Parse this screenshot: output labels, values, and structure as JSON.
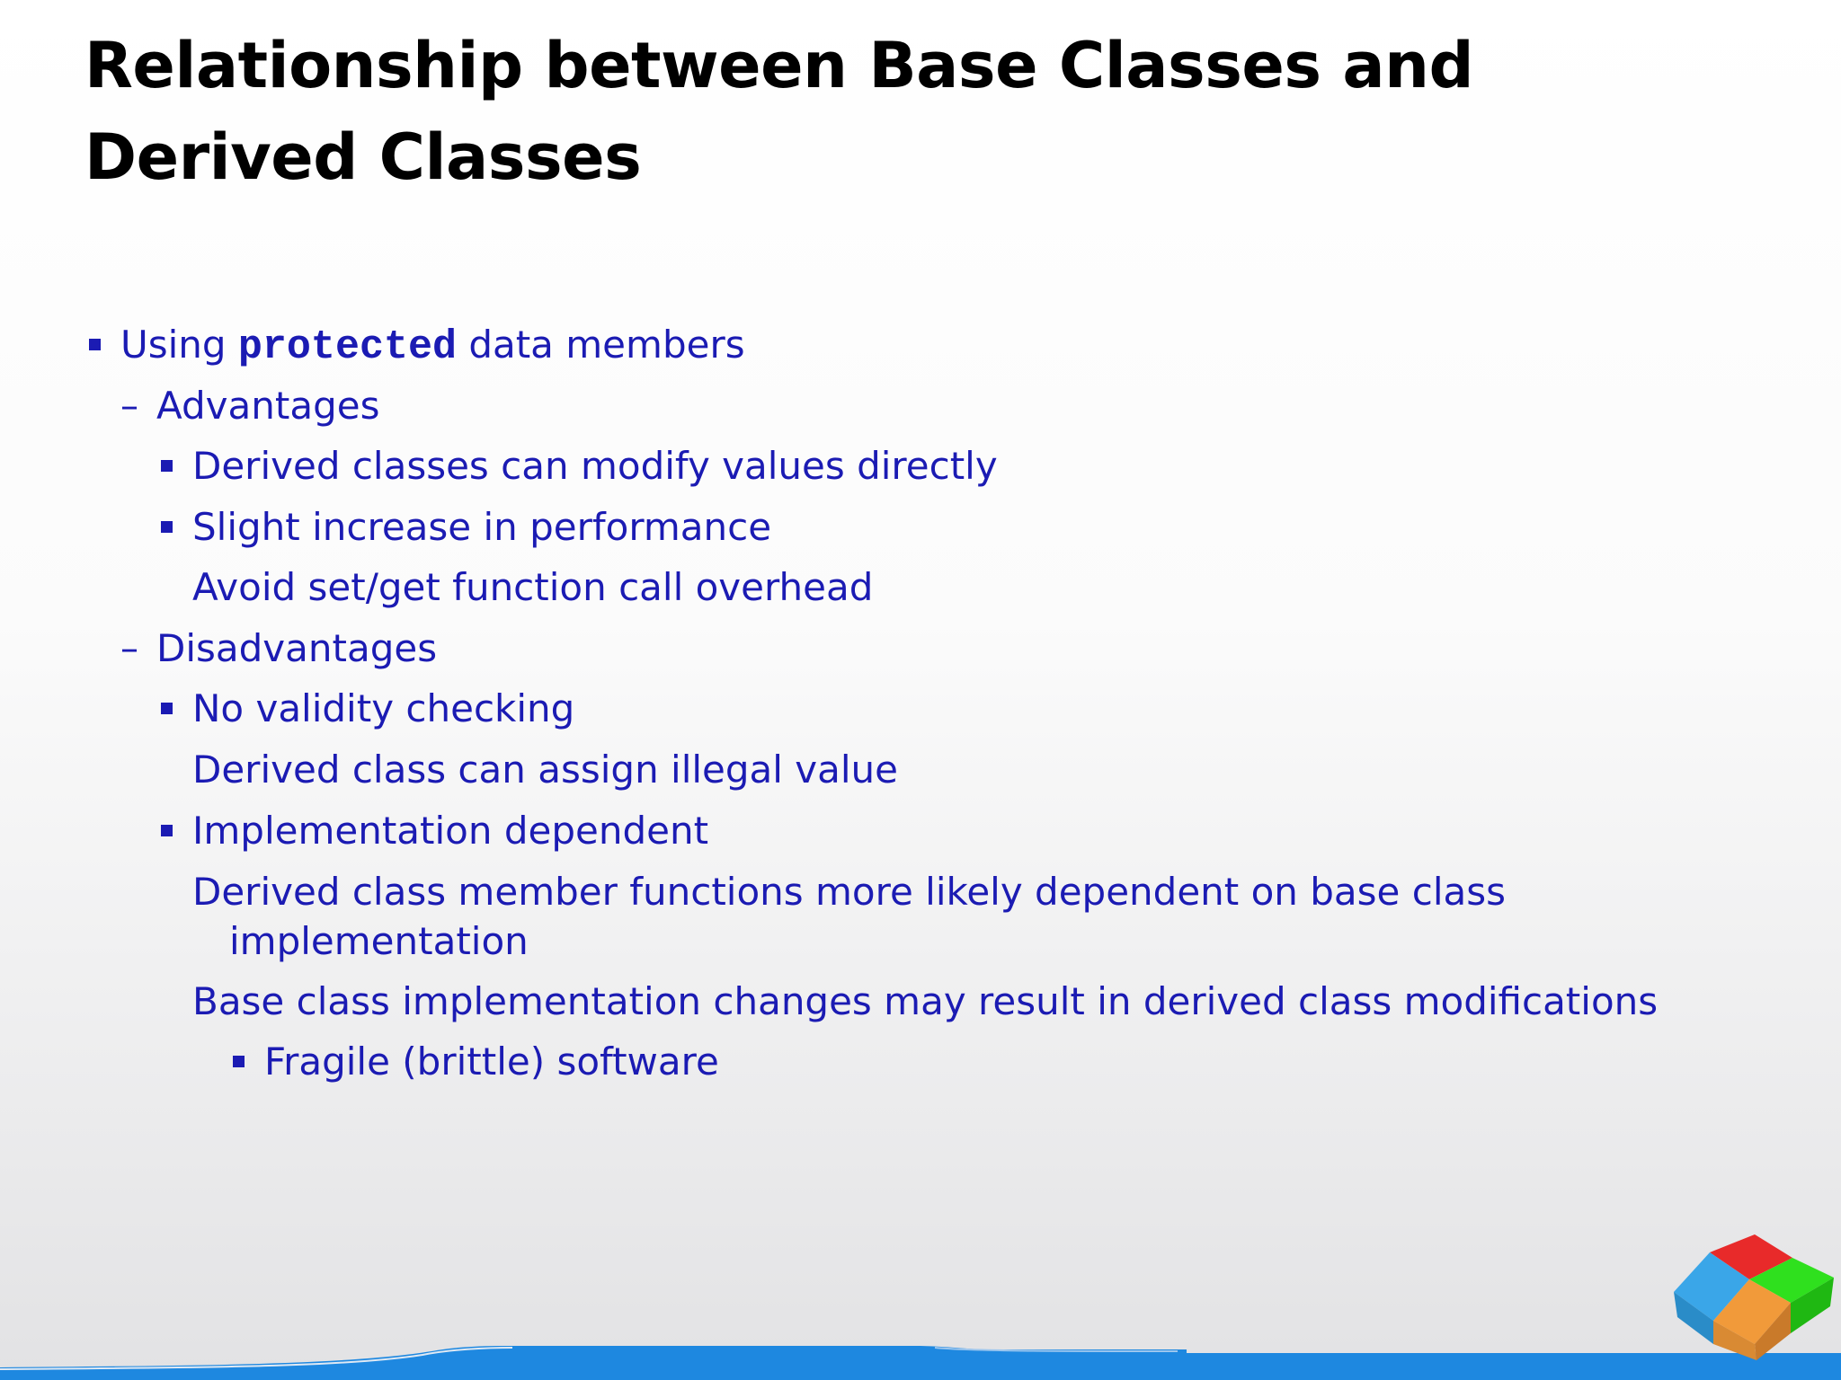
{
  "slide": {
    "title": "Relationship between Base Classes and Derived Classes",
    "items": [
      {
        "level": 1,
        "prefix": "Using ",
        "code": "protected",
        "suffix": " data members"
      },
      {
        "level": 2,
        "text": "Advantages"
      },
      {
        "level": 3,
        "text": "Derived classes can modify values directly"
      },
      {
        "level": 3,
        "text": "Slight increase in performance"
      },
      {
        "level": 4,
        "text": "Avoid set/get function call overhead"
      },
      {
        "level": 2,
        "text": "Disadvantages"
      },
      {
        "level": 3,
        "text": "No validity checking"
      },
      {
        "level": 4,
        "text": "Derived class can assign illegal value"
      },
      {
        "level": 3,
        "text": "Implementation dependent"
      },
      {
        "level": 4,
        "text": "Derived class member functions more likely dependent on base class",
        "continuation": "implementation"
      },
      {
        "level": 4,
        "text": "Base class implementation changes may result in derived class modifications"
      },
      {
        "level": 5,
        "text": "Fragile (brittle) software"
      }
    ]
  },
  "colors": {
    "title": "#000000",
    "body": "#1b1bb3",
    "footer_bar": "#1e88e0"
  },
  "icons": {
    "bullet_level1": "square-bullet",
    "bullet_level2": "en-dash",
    "bullet_level3": "square-bullet",
    "logo": "colored-cube-logo"
  }
}
